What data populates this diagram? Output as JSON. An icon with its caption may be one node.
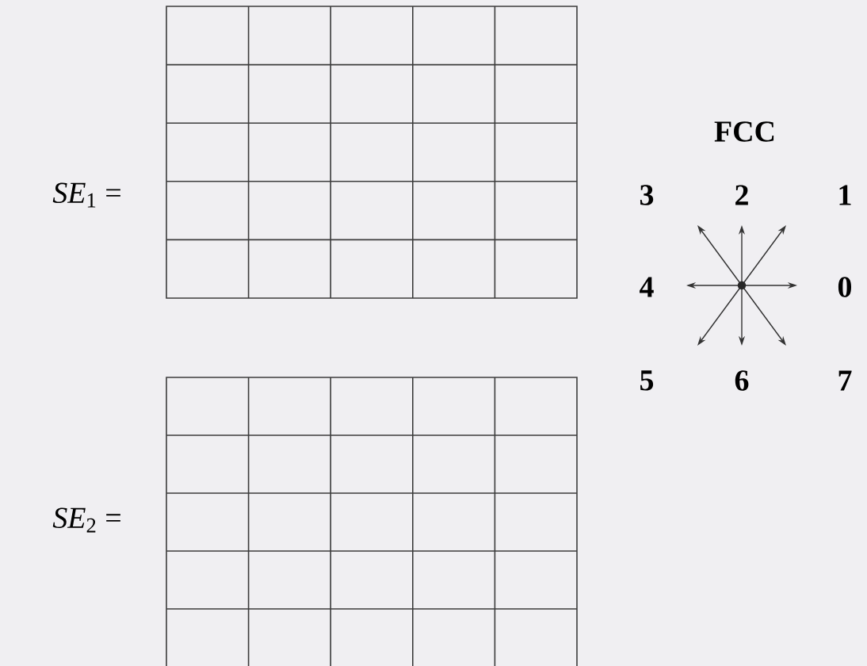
{
  "diagram": {
    "labels": [
      "*SE*$_{1}$ =",
      "FCC",
      "3",
      "2",
      "1",
      "4",
      "0",
      "5",
      "6",
      "7",
      "*SE*$_{2}$ ="
    ]
  }
}
